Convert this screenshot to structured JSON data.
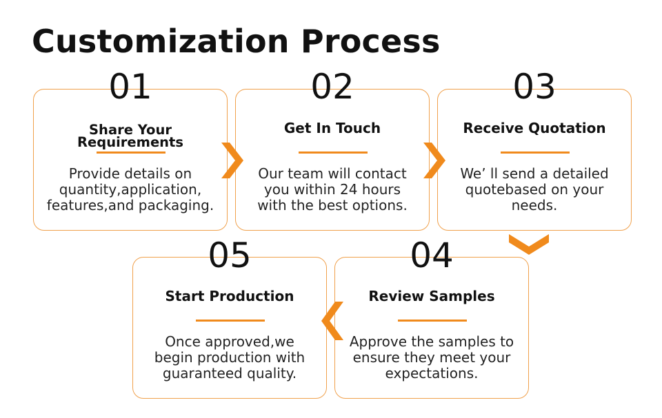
{
  "title": "Customization Process",
  "accent_color": "#f08a1c",
  "border_color": "#f0a04b",
  "steps": [
    {
      "num": "01",
      "title": "Share Your Requirements",
      "desc": "Provide details on\nquantity,application,\nfeatures,and packaging."
    },
    {
      "num": "02",
      "title": "Get In Touch",
      "desc": "Our team will contact\nyou within 24 hours\nwith the best options."
    },
    {
      "num": "03",
      "title": "Receive Quotation",
      "desc": "We’ ll send a detailed\nquotebased on your\nneeds."
    },
    {
      "num": "04",
      "title": "Review Samples",
      "desc": "Approve the samples to\nensure they meet your\nexpectations."
    },
    {
      "num": "05",
      "title": "Start Production",
      "desc": "Once approved,we\nbegin production with\nguaranteed quality."
    }
  ],
  "connectors": [
    {
      "from": "01",
      "to": "02",
      "icon": "chevron-right-icon"
    },
    {
      "from": "02",
      "to": "03",
      "icon": "chevron-right-icon"
    },
    {
      "from": "03",
      "to": "04",
      "icon": "chevron-down-icon"
    },
    {
      "from": "04",
      "to": "05",
      "icon": "chevron-left-icon"
    }
  ]
}
